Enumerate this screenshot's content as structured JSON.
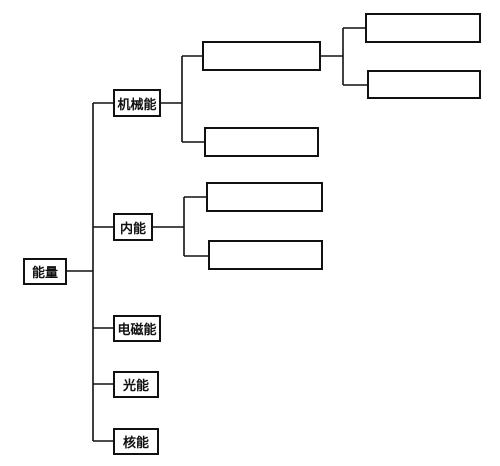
{
  "root": {
    "label": "能量"
  },
  "branches": {
    "mechanical": {
      "label": "机械能"
    },
    "internal": {
      "label": "内能"
    },
    "electromagnetic": {
      "label": "电磁能"
    },
    "light": {
      "label": "光能"
    },
    "nuclear": {
      "label": "核能"
    }
  },
  "blanks": {
    "mechanical_a": "",
    "mechanical_a_1": "",
    "mechanical_a_2": "",
    "mechanical_b": "",
    "internal_a": "",
    "internal_b": ""
  }
}
